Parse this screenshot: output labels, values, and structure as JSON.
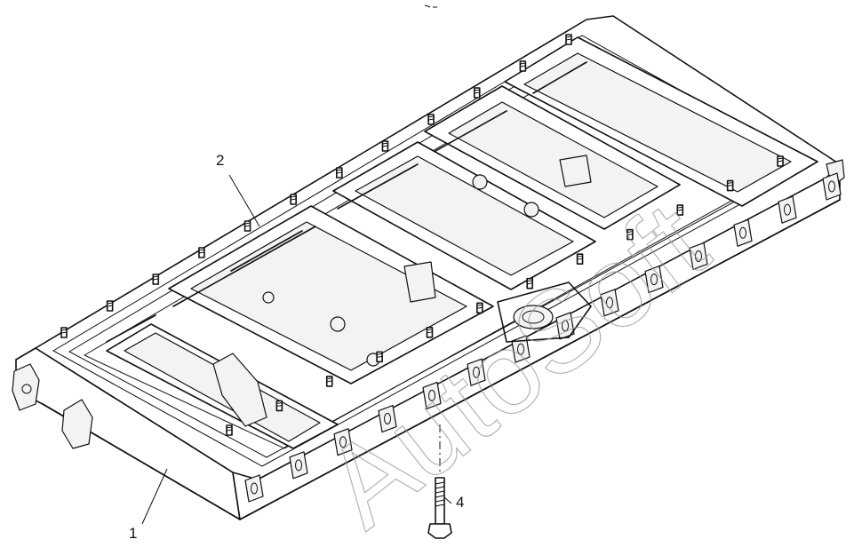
{
  "watermark": "AutoSoft",
  "callouts": {
    "part_1": "1",
    "part_2": "2",
    "part_4": "4"
  },
  "parts": {
    "oil_pan": "oil-pan",
    "gasket": "gasket",
    "bolt": "bolt"
  }
}
